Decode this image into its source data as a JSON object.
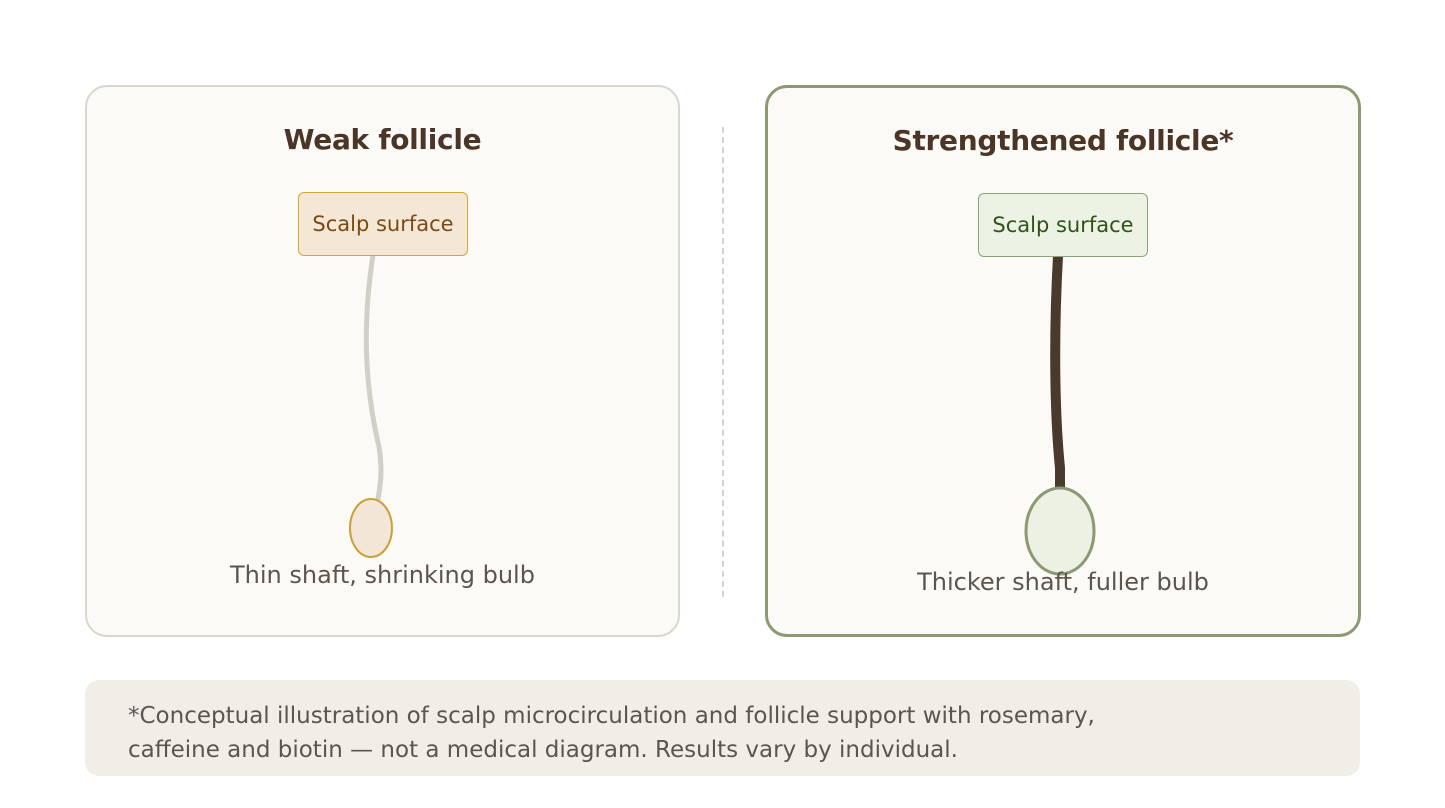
{
  "panels": {
    "left": {
      "title": "Weak follicle",
      "surface_label": "Scalp surface",
      "caption": "Thin shaft, shrinking bulb"
    },
    "right": {
      "title": "Strengthened follicle*",
      "surface_label": "Scalp surface",
      "caption": "Thicker shaft, fuller bulb"
    }
  },
  "footnote": {
    "line1": "*Conceptual illustration of scalp microcirculation and follicle support with rosemary,",
    "line2": "caffeine and biotin — not a medical diagram. Results vary by individual."
  },
  "colors": {
    "title_text": "#4a3527",
    "weak_border": "#d9d6cc",
    "strong_border": "#8b9a72",
    "weak_shaft": "#d2d0c6",
    "strong_shaft": "#4a3a2e",
    "weak_bulb_fill": "#f3e6d6",
    "weak_bulb_stroke": "#c9a03a",
    "strong_bulb_fill": "#ecf1e4",
    "strong_bulb_stroke": "#8b9a72"
  }
}
